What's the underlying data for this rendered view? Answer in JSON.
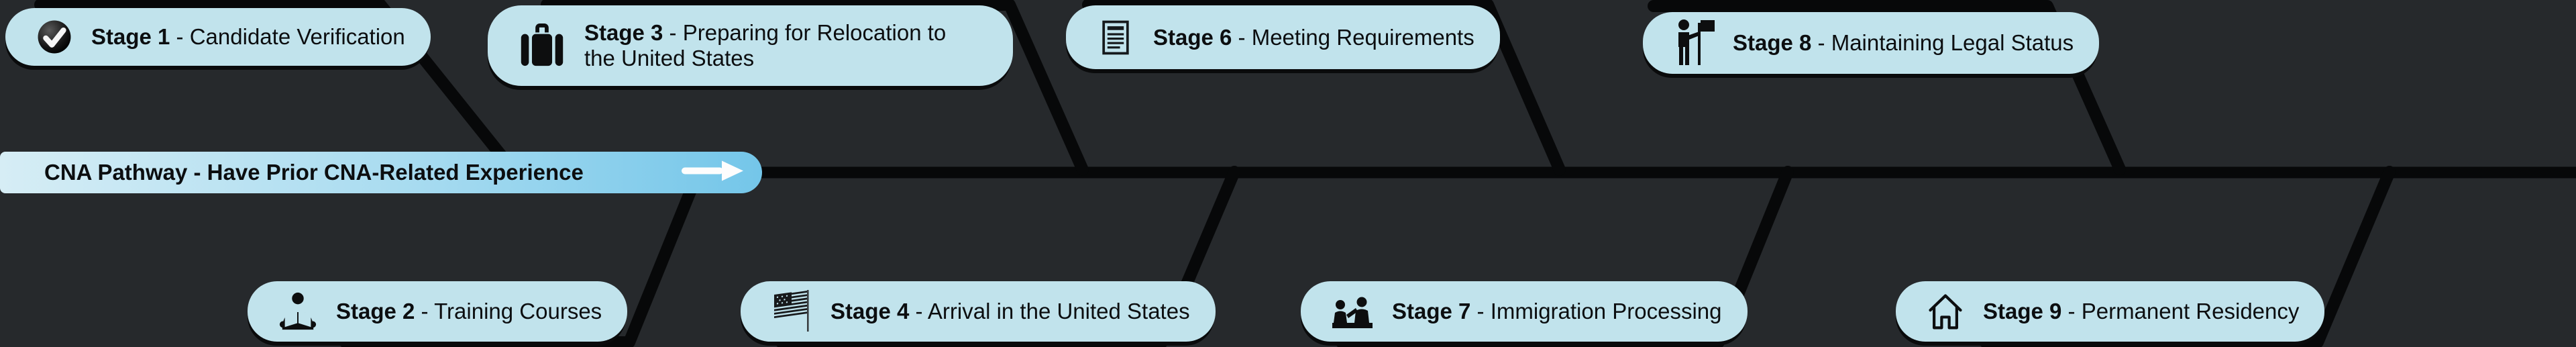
{
  "banner": {
    "label": "CNA Pathway - Have Prior CNA-Related Experience",
    "arrow_icon": "right-arrow-icon"
  },
  "stages": [
    {
      "number": 1,
      "prefix": "Stage 1",
      "rest": " - Candidate Verification",
      "icon": "check-circle-icon",
      "row": "top"
    },
    {
      "number": 2,
      "prefix": "Stage 2",
      "rest": " - Training Courses",
      "icon": "person-reading-icon",
      "row": "bottom"
    },
    {
      "number": 3,
      "prefix": "Stage 3",
      "rest": " - Preparing for Relocation to the United States",
      "icon": "briefcase-icon",
      "row": "top"
    },
    {
      "number": 4,
      "prefix": "Stage 4",
      "rest": " - Arrival in the United States",
      "icon": "us-flag-icon",
      "row": "bottom"
    },
    {
      "number": 6,
      "prefix": "Stage 6",
      "rest": " - Meeting Requirements",
      "icon": "document-icon",
      "row": "top"
    },
    {
      "number": 7,
      "prefix": "Stage 7",
      "rest": " - Immigration Processing",
      "icon": "immigration-desk-icon",
      "row": "bottom"
    },
    {
      "number": 8,
      "prefix": "Stage 8",
      "rest": " - Maintaining Legal Status",
      "icon": "person-flag-icon",
      "row": "top"
    },
    {
      "number": 9,
      "prefix": "Stage 9",
      "rest": " - Permanent Residency",
      "icon": "house-icon",
      "row": "bottom"
    }
  ],
  "colors": {
    "background": "#26292c",
    "badge_fill": "#c1e3ec",
    "flow_line": "#070809",
    "banner_gradient_start": "#d6edf5",
    "banner_gradient_end": "#74c6e9",
    "text": "#0c0e10",
    "arrow": "#ffffff"
  }
}
